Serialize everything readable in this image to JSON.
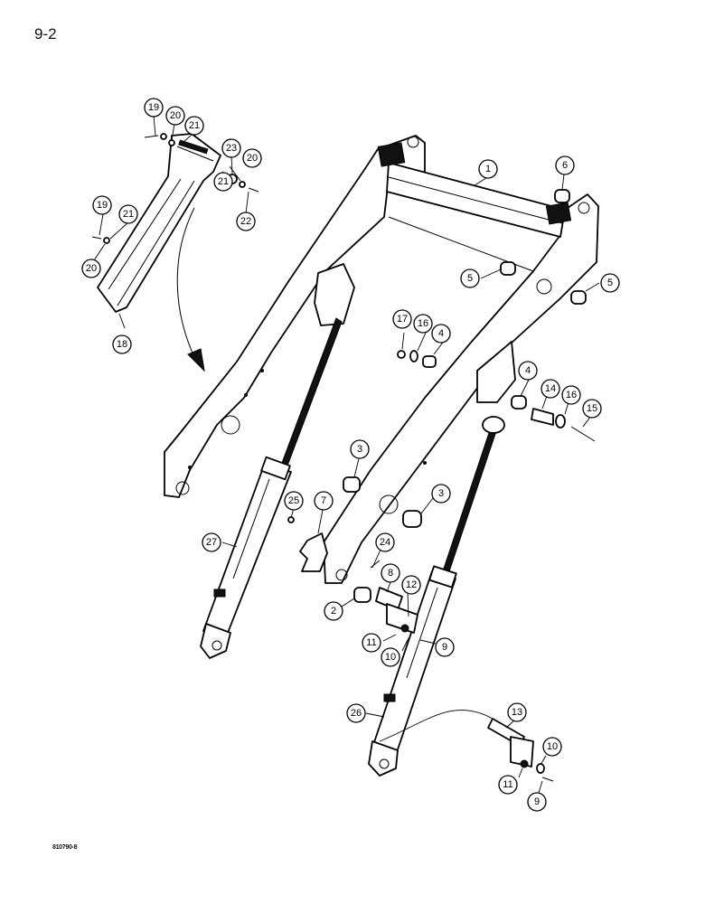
{
  "page": {
    "number": "9-2",
    "drawing_id": "810790-8"
  },
  "callouts": [
    {
      "id": "c1",
      "label": "1"
    },
    {
      "id": "c2",
      "label": "2"
    },
    {
      "id": "c3a",
      "label": "3"
    },
    {
      "id": "c3b",
      "label": "3"
    },
    {
      "id": "c4a",
      "label": "4"
    },
    {
      "id": "c4b",
      "label": "4"
    },
    {
      "id": "c5a",
      "label": "5"
    },
    {
      "id": "c5b",
      "label": "5"
    },
    {
      "id": "c6",
      "label": "6"
    },
    {
      "id": "c7",
      "label": "7"
    },
    {
      "id": "c8",
      "label": "8"
    },
    {
      "id": "c9a",
      "label": "9"
    },
    {
      "id": "c9b",
      "label": "9"
    },
    {
      "id": "c10a",
      "label": "10"
    },
    {
      "id": "c10b",
      "label": "10"
    },
    {
      "id": "c11a",
      "label": "11"
    },
    {
      "id": "c11b",
      "label": "11"
    },
    {
      "id": "c12",
      "label": "12"
    },
    {
      "id": "c13",
      "label": "13"
    },
    {
      "id": "c14",
      "label": "14"
    },
    {
      "id": "c15",
      "label": "15"
    },
    {
      "id": "c16a",
      "label": "16"
    },
    {
      "id": "c16b",
      "label": "16"
    },
    {
      "id": "c17",
      "label": "17"
    },
    {
      "id": "c18",
      "label": "18"
    },
    {
      "id": "c19a",
      "label": "19"
    },
    {
      "id": "c19b",
      "label": "19"
    },
    {
      "id": "c20a",
      "label": "20"
    },
    {
      "id": "c20b",
      "label": "20"
    },
    {
      "id": "c20c",
      "label": "20"
    },
    {
      "id": "c21a",
      "label": "21"
    },
    {
      "id": "c21b",
      "label": "21"
    },
    {
      "id": "c21c",
      "label": "21"
    },
    {
      "id": "c22",
      "label": "22"
    },
    {
      "id": "c23",
      "label": "23"
    },
    {
      "id": "c24",
      "label": "24"
    },
    {
      "id": "c25",
      "label": "25"
    },
    {
      "id": "c26",
      "label": "26"
    },
    {
      "id": "c27",
      "label": "27"
    }
  ]
}
